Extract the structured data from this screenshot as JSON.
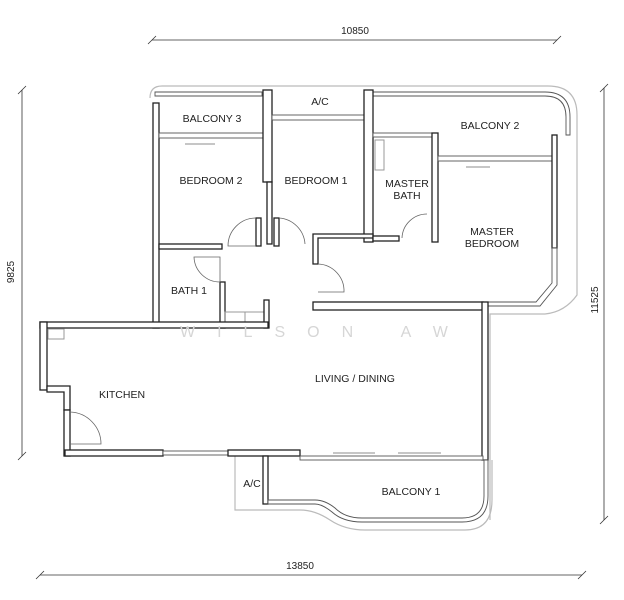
{
  "dimensions": {
    "top": "10850",
    "bottom": "13850",
    "left": "9825",
    "right": "11525"
  },
  "rooms": {
    "balcony_3": "BALCONY 3",
    "ac_top": "A/C",
    "balcony_2": "BALCONY 2",
    "bedroom_2": "BEDROOM 2",
    "bedroom_1": "BEDROOM 1",
    "master_bath_line1": "MASTER",
    "master_bath_line2": "BATH",
    "master_bedroom_line1": "MASTER",
    "master_bedroom_line2": "BEDROOM",
    "bath_1": "BATH 1",
    "kitchen": "KITCHEN",
    "living_dining": "LIVING / DINING",
    "ac_bottom": "A/C",
    "balcony_1": "BALCONY 1"
  },
  "watermark": "WILSON AW"
}
